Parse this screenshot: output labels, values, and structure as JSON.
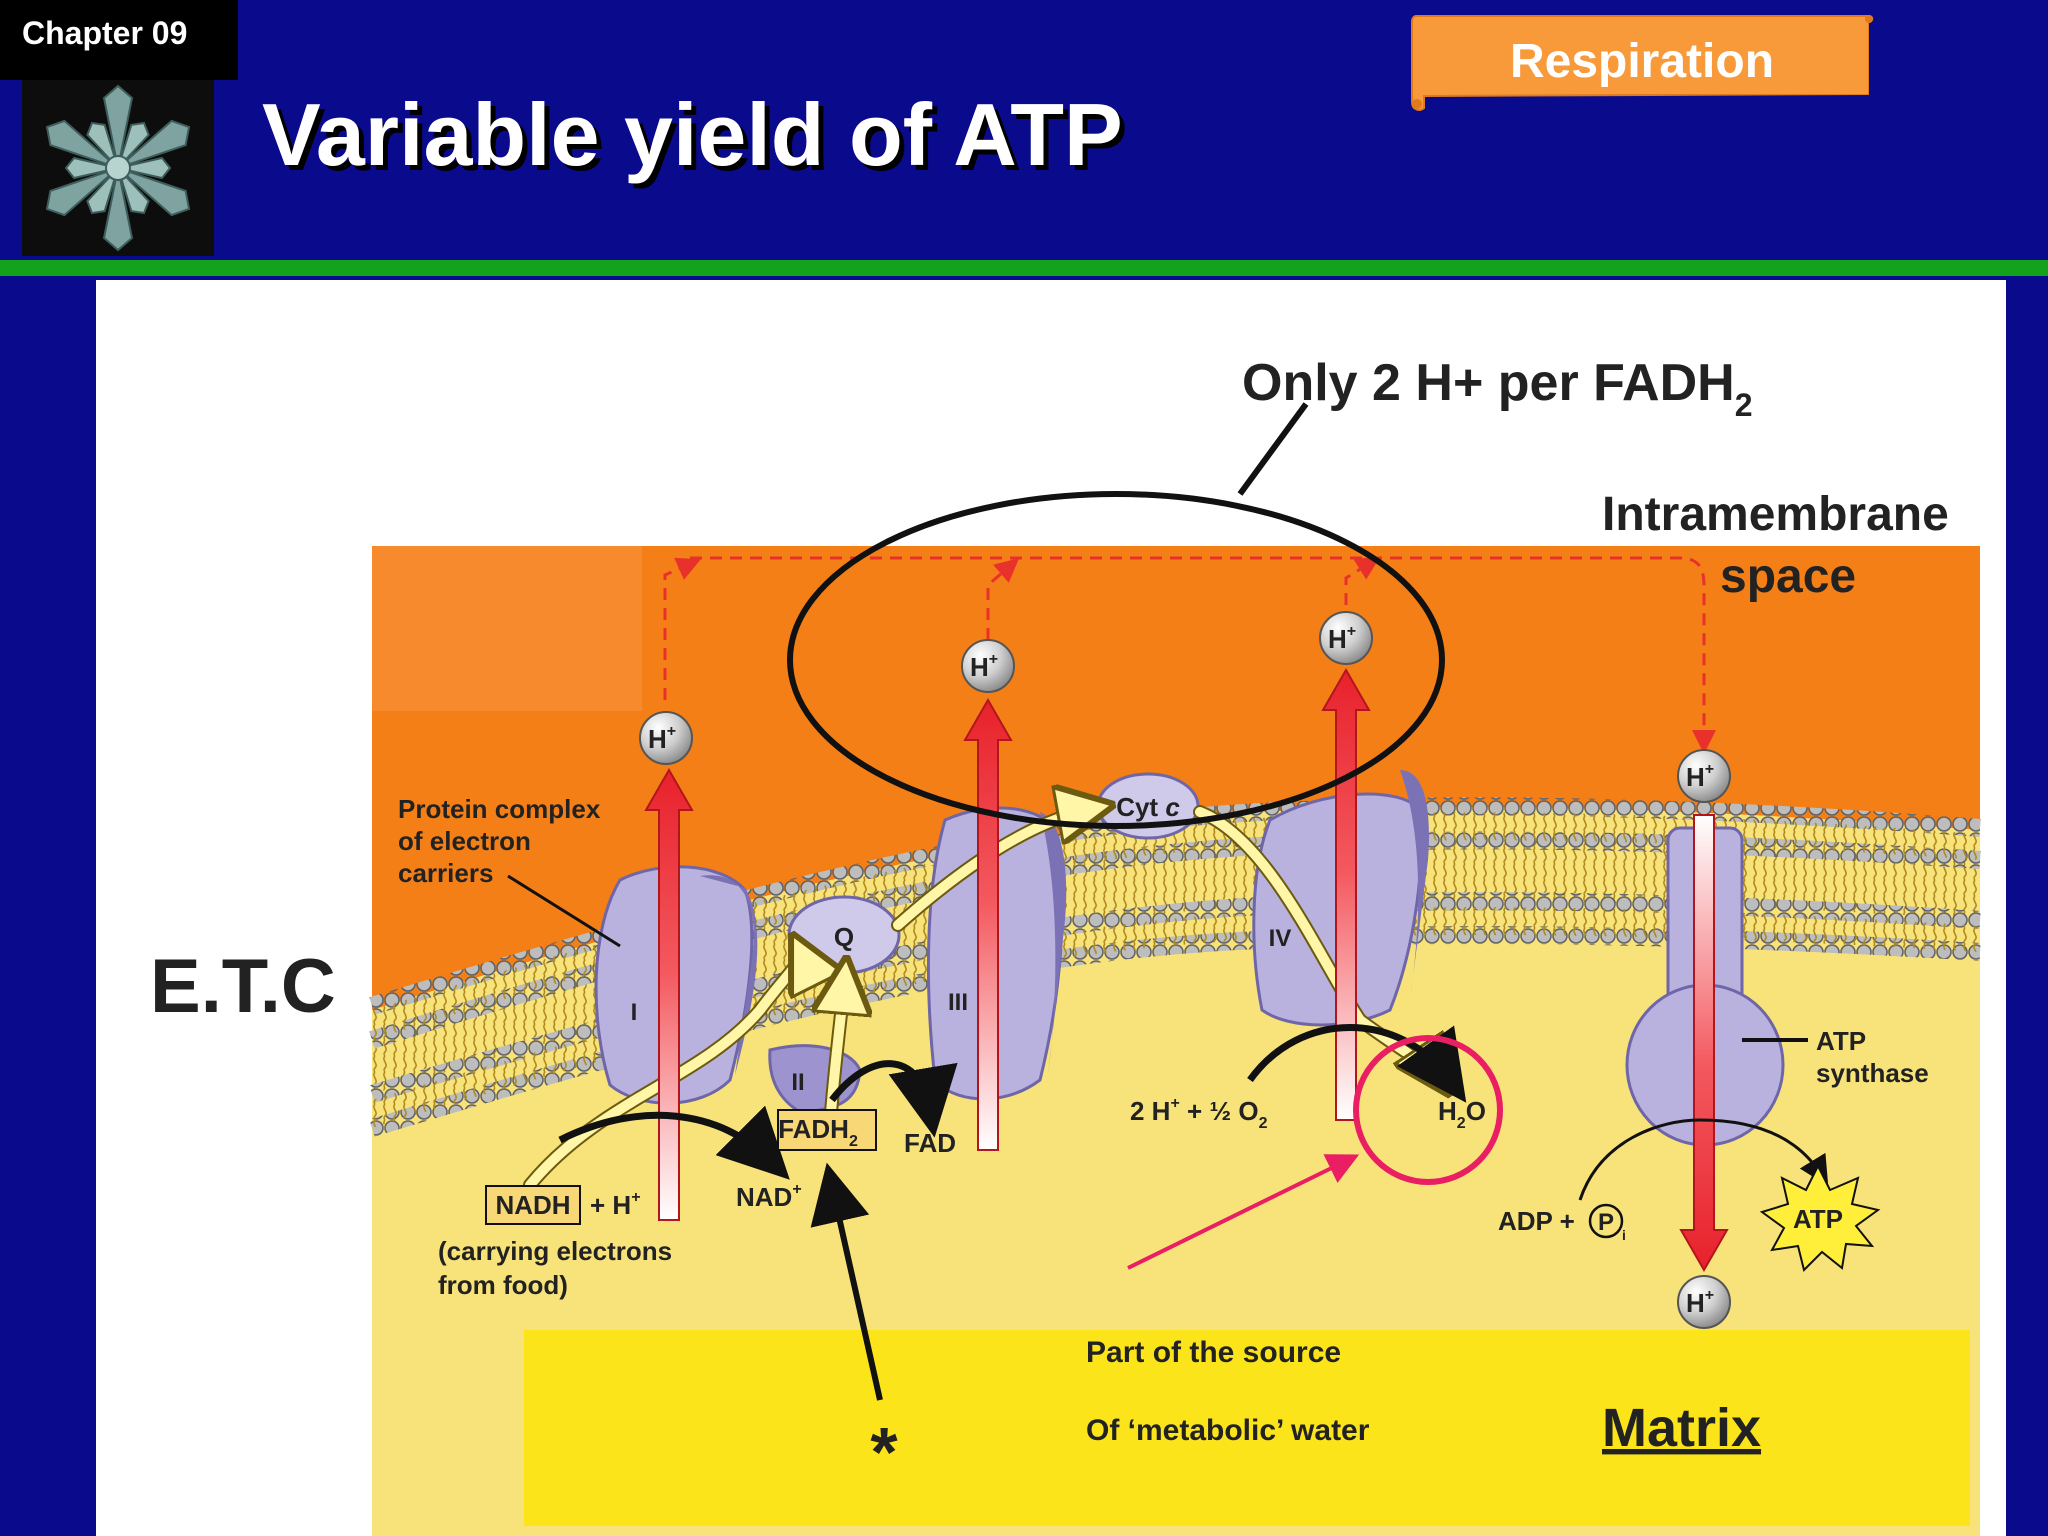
{
  "header": {
    "chapter": "Chapter 09",
    "title": "Variable yield of ATP",
    "section": "Respiration",
    "colors": {
      "background": "#0a0a8c",
      "rule": "#12a21c",
      "tag": "#f8993a"
    }
  },
  "annotations": {
    "fadh2_note_prefix": "Only 2 H+ per FADH",
    "fadh2_note_sub": "2",
    "intermembrane_line1": "Intramembrane",
    "intermembrane_line2": "space",
    "etc": "E.T.C",
    "metabolic_water_line1": "Part of the source",
    "metabolic_water_line2": "Of ‘metabolic’ water",
    "matrix": "Matrix",
    "asterisk": "*"
  },
  "figure": {
    "proton": "H",
    "proton_charge": "+",
    "protein_complex_line1": "Protein complex",
    "protein_complex_line2": "of electron",
    "protein_complex_line3": "carriers",
    "complex_I": "I",
    "complex_II": "II",
    "complex_III": "III",
    "complex_IV": "IV",
    "ubiquinone": "Q",
    "cytc_main": "Cyt",
    "cytc_ital": "c",
    "nadh": "NADH",
    "nadh_plus_h": "+ H",
    "nad_plus": "NAD",
    "carrying_line1": "(carrying electrons",
    "carrying_line2": "from food)",
    "fadh2_main": "FADH",
    "fadh2_sub": "2",
    "fad": "FAD",
    "oxygen_eq_part1": "2 H",
    "oxygen_eq_part2": " + ½ O",
    "oxygen_eq_sub": "2",
    "water_h": "H",
    "water_sub": "2",
    "water_o": "O",
    "adp": "ADP +",
    "pi_p": "P",
    "pi_i": "i",
    "atp": "ATP",
    "atp_synthase_line1": "ATP",
    "atp_synthase_line2": "synthase"
  }
}
